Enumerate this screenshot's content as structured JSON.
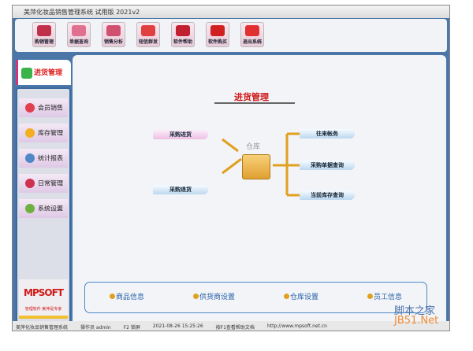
{
  "window": {
    "title": "美萍化妆品销售管理系统 试用版 2021v2"
  },
  "toolbar": [
    {
      "label": "购销管理",
      "color": "#c0304a"
    },
    {
      "label": "单据查询",
      "color": "#e07090"
    },
    {
      "label": "销售分析",
      "color": "#d05070"
    },
    {
      "label": "短信群发",
      "color": "#e04040"
    },
    {
      "label": "软件帮助",
      "color": "#c02030"
    },
    {
      "label": "软件购买",
      "color": "#d02020"
    },
    {
      "label": "退出系统",
      "color": "#e03030"
    }
  ],
  "sidebar": {
    "active": "进货管理",
    "items": [
      {
        "label": "会员销售",
        "color": "#e04050"
      },
      {
        "label": "库存管理",
        "color": "#f0b020"
      },
      {
        "label": "统计报表",
        "color": "#5088c8"
      },
      {
        "label": "日常管理",
        "color": "#d03050"
      },
      {
        "label": "系统设置",
        "color": "#70b040"
      }
    ],
    "logo": "MPSOFT",
    "logo_sub": "管理软件 美萍是专家"
  },
  "main": {
    "title": "进货管理",
    "warehouse": "仓库",
    "purchase_in": "采购进货",
    "purchase_return": "采购退货",
    "right": [
      "往来帐务",
      "采购单据查询",
      "当前库存查询"
    ],
    "links": [
      "商品信息",
      "供货商设置",
      "仓库设置",
      "员工信息"
    ]
  },
  "status": [
    "美萍化妆品销售管理系统",
    "操作员 admin",
    "F2 锁屏",
    "2021-08-26 15:25:26",
    "按F1查看帮助文档",
    "http://www.mpsoft.net.cn"
  ],
  "watermark": [
    "脚本之家",
    "JB51.Net"
  ]
}
